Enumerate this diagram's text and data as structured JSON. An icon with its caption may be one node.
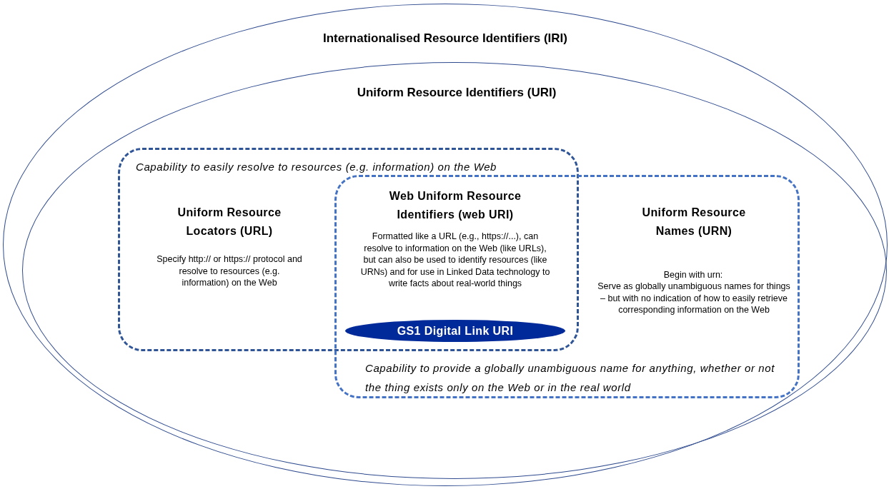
{
  "diagram": {
    "nodes": [
      {
        "text": [
          "Internationalised Resource Identifiers (IRI)"
        ]
      },
      {
        "text": [
          "Uniform Resource Identifiers (URI)"
        ],
        "in": 0
      },
      {
        "text": [
          "Capability to easily resolve to resources (e.g. information) on the Web",
          "Uniform Resource Locators (URL)",
          "Specify http:// or https:// protocol and resolve to resources (e.g. information) on the Web"
        ],
        "in": 1
      },
      {
        "text": [
          "Uniform Resource Names (URN)",
          "Begin with urn:",
          "Serve as globally unambiguous names for things – but with no indication of how to easily retrieve corresponding information on the Web",
          "Capability to provide a globally unambiguous name for anything, whether or not the thing exists only on the Web or in the real world"
        ],
        "in": 1
      },
      {
        "text": [
          "GS1 Digital Link URI"
        ]
      }
    ],
    "labels": [
      "Web Uniform Resource Identifiers (web URI)",
      "Formatted like a URL (e.g., https://...), can resolve to information on the Web (like URLs), but can also be used to identify resources (like URNs) and for use in Linked Data technology to write facts about real-world things"
    ]
  }
}
